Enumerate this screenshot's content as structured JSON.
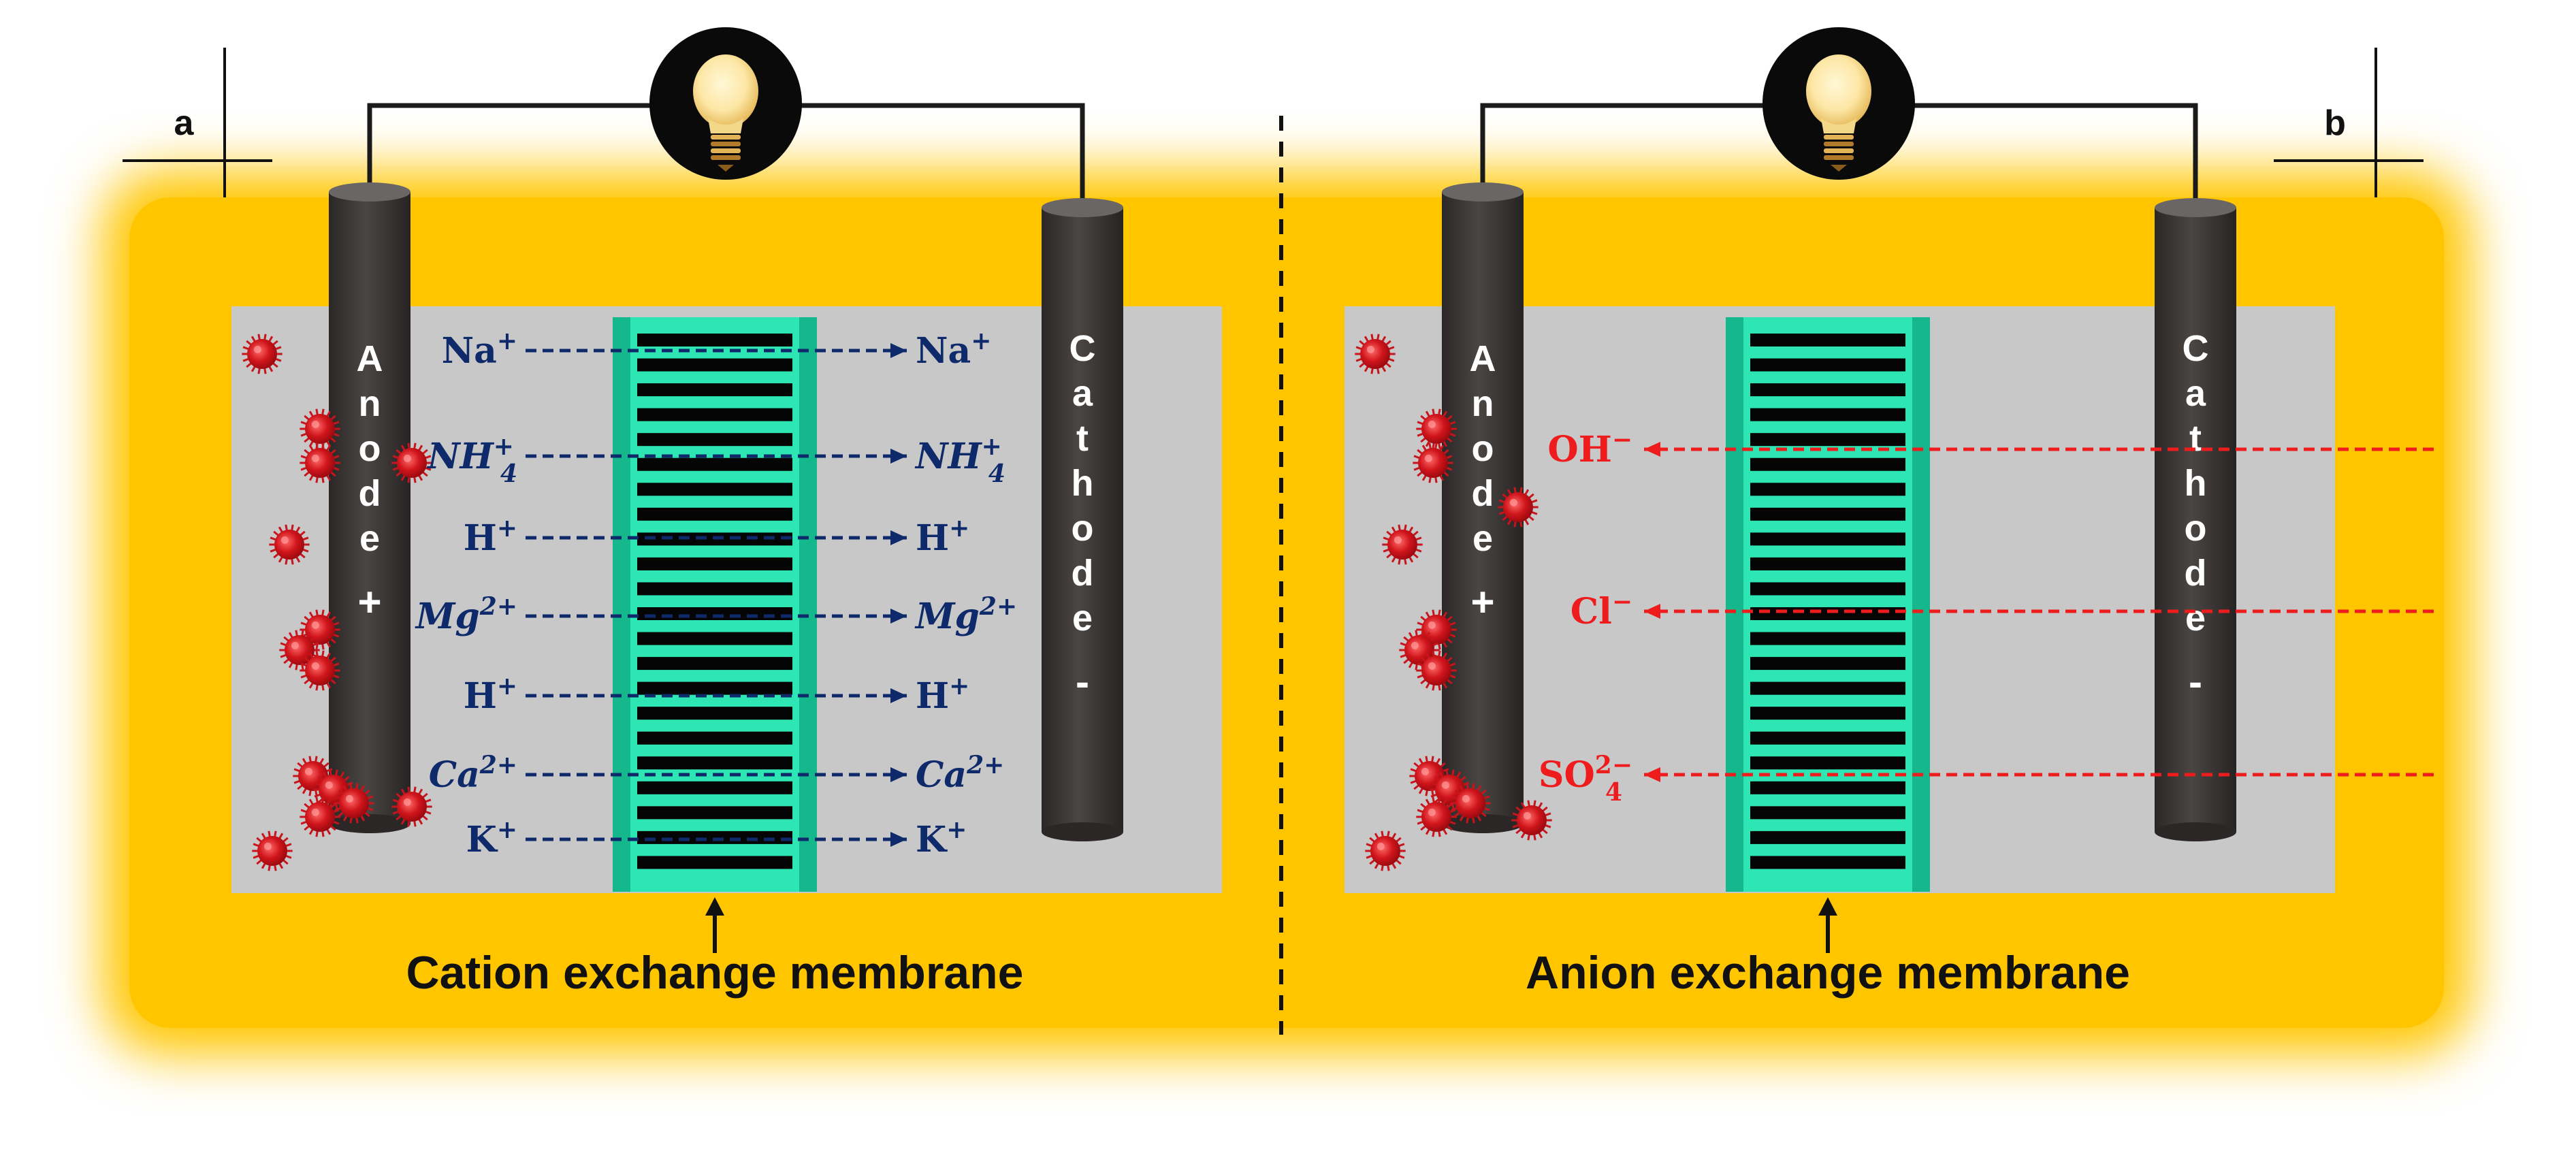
{
  "panels": [
    {
      "label": "a",
      "electrode_left": {
        "text": "Anode",
        "sign": "+"
      },
      "electrode_right": {
        "text": "Cathode",
        "sign": "-"
      },
      "membrane_label": "Cation exchange membrane",
      "ion_color": "#0e2a6b",
      "direction": "left-to-right",
      "ions": [
        {
          "base": "Na",
          "sub": "",
          "sup": "+",
          "italic": false
        },
        {
          "base": "NH",
          "sub": "4",
          "sup": "+",
          "italic": true
        },
        {
          "base": "H",
          "sub": "",
          "sup": "+",
          "italic": false
        },
        {
          "base": "Mg",
          "sub": "",
          "sup": "2+",
          "italic": true
        },
        {
          "base": "H",
          "sub": "",
          "sup": "+",
          "italic": false
        },
        {
          "base": "Ca",
          "sub": "",
          "sup": "2+",
          "italic": true
        },
        {
          "base": "K",
          "sub": "",
          "sup": "+",
          "italic": false
        }
      ]
    },
    {
      "label": "b",
      "electrode_left": {
        "text": "Anode",
        "sign": "+"
      },
      "electrode_right": {
        "text": "Cathode",
        "sign": "-"
      },
      "membrane_label": "Anion exchange membrane",
      "ion_color": "#ee1c1c",
      "direction": "right-to-left",
      "ions": [
        {
          "base": "OH",
          "sub": "",
          "sup": "−",
          "italic": false
        },
        {
          "base": "Cl",
          "sub": "",
          "sup": "−",
          "italic": false
        },
        {
          "base": "SO",
          "sub": "4",
          "sup": "2−",
          "italic": false
        }
      ]
    }
  ],
  "colors": {
    "background_glow": "#ffc600",
    "electrolyte": "#c8c8c8",
    "electrode": "#383533",
    "membrane": "#2ee6b4",
    "membrane_stripe": "#050505",
    "microbe": "#c8141c",
    "wire": "#1a1a1a"
  }
}
